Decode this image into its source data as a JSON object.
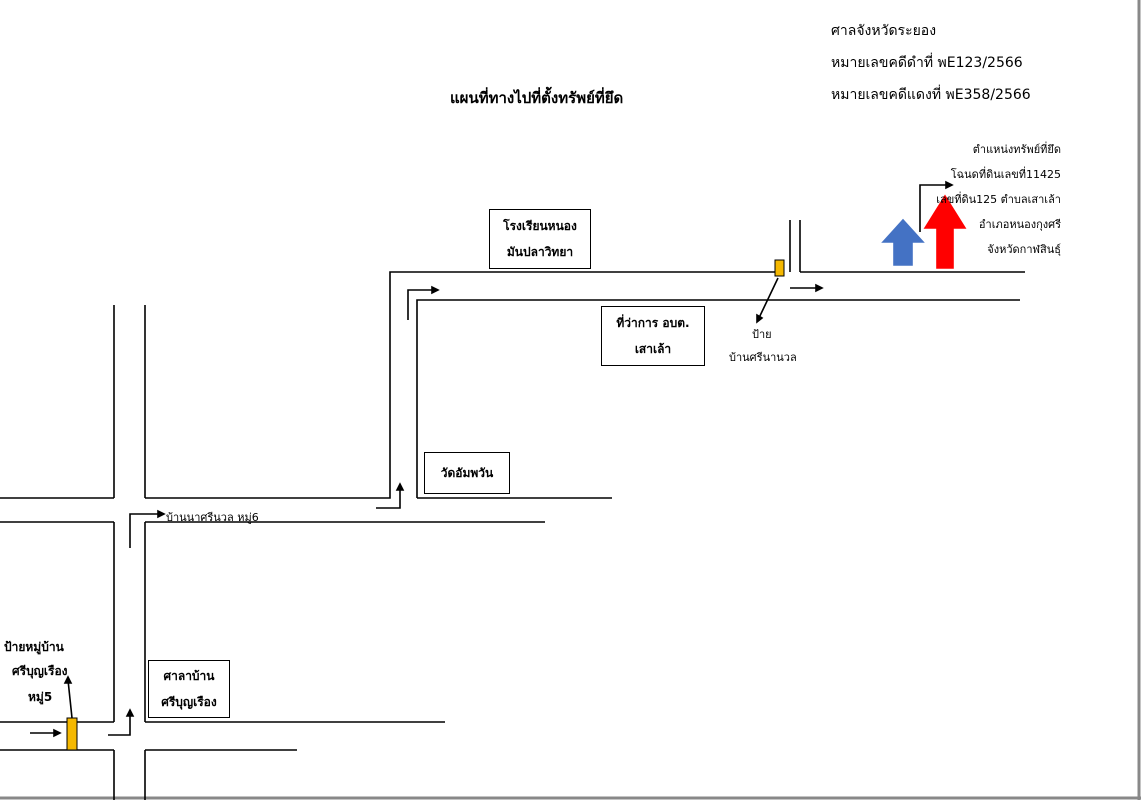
{
  "court": {
    "name": "ศาลจังหวัดระยอง",
    "black_case": "หมายเลขคดีดำที่ พE123/2566",
    "red_case": "หมายเลขคดีแดงที่ พE358/2566"
  },
  "map_title": "แผนที่ทางไปที่ตั้งทรัพย์ที่ยึด",
  "property": {
    "line1": "ตำแหน่งทรัพย์ที่ยึด",
    "line2": "โฉนดที่ดินเลขที่11425",
    "line3": "เลขที่ดิน125 ตำบลเสาเล้า",
    "line4": "อำเภอหนองกุงศรี",
    "line5": "จังหวัดกาฬสินธุ์"
  },
  "landmarks": {
    "school_1": "โรงเรียนหนอง",
    "school_2": "มันปลาวิทยา",
    "sao_office_1": "ที่ว่าการ อบต.",
    "sao_office_2": "เสาเล้า",
    "temple": "วัดอัมพวัน",
    "pavilion_1": "ศาลาบ้าน",
    "pavilion_2": "ศรีบุญเรือง"
  },
  "signs": {
    "sign_nana_1": "ป้าย",
    "sign_nana_2": "บ้านศรีนานวล",
    "road_label": "บ้านนาศรีนวล หมู่6",
    "village_sign_1": "ป้ายหมู่บ้าน",
    "village_sign_2": "ศรีบุญเรือง",
    "village_sign_3": "หมู่5"
  },
  "colors": {
    "marker_yellow": "#f5b800",
    "arrow_blue": "#4472c4",
    "arrow_red": "#ff0000"
  }
}
